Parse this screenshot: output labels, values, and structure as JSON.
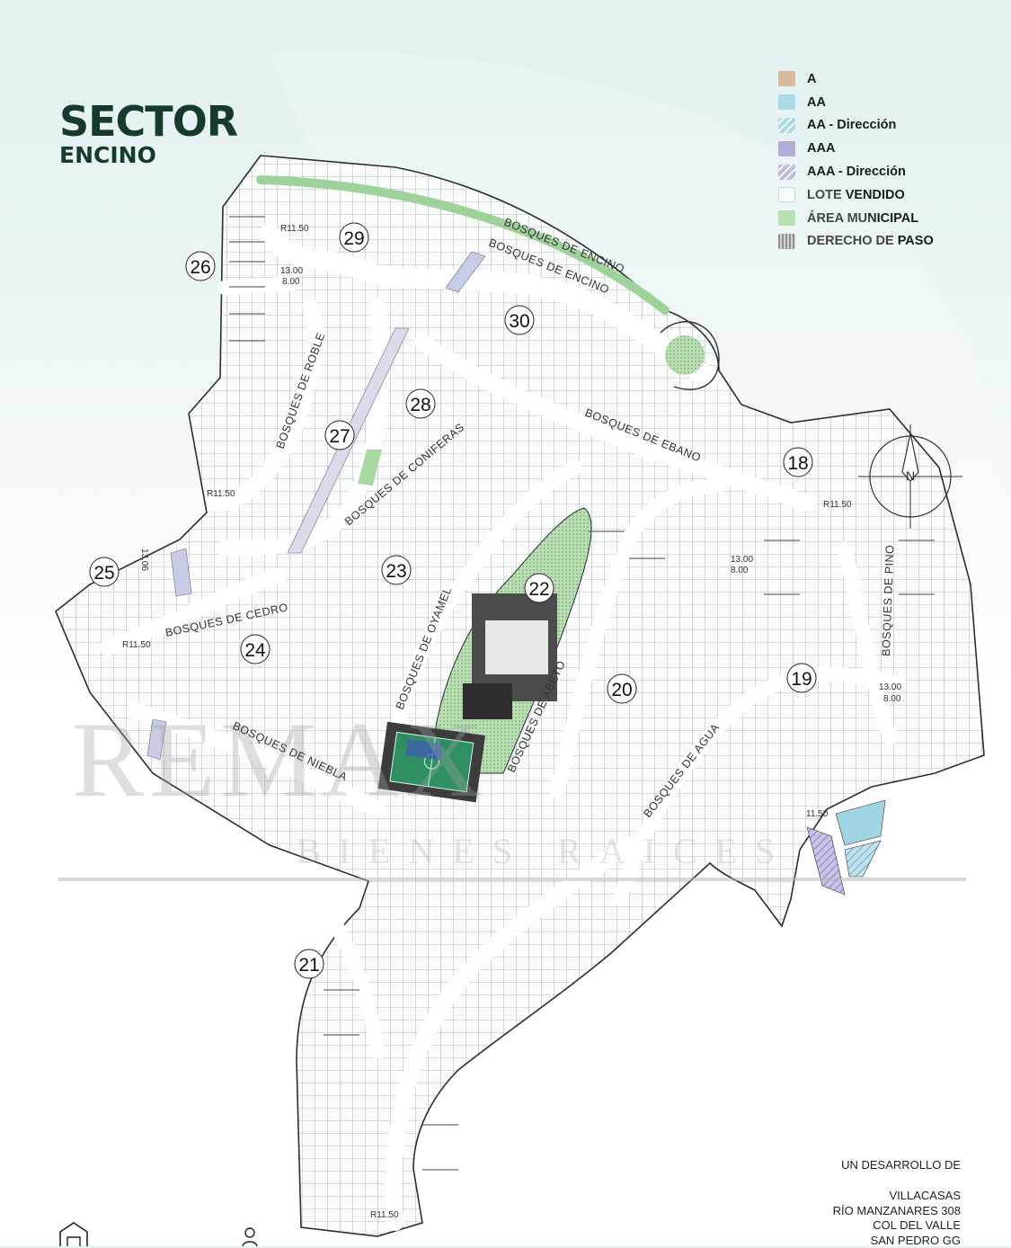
{
  "header": {
    "title": "SECTOR",
    "subtitle": "ENCINO"
  },
  "legend": [
    {
      "label": "A",
      "color": "#d9b99b",
      "pattern": "solid"
    },
    {
      "label": "AA",
      "color": "#a9dbe6",
      "pattern": "solid"
    },
    {
      "label": "AA - Dirección",
      "color": "#a9dbe6",
      "pattern": "hatch"
    },
    {
      "label": "AAA",
      "color": "#b3acd6",
      "pattern": "solid"
    },
    {
      "label": "AAA - Dirección",
      "color": "#b3acd6",
      "pattern": "hatch"
    },
    {
      "label": "LOTE VENDIDO",
      "color": "#f7f9f9",
      "pattern": "outline"
    },
    {
      "label": "ÁREA MUNICIPAL",
      "color": "#a8d9a2",
      "pattern": "solid"
    },
    {
      "label": "DERECHO DE PASO",
      "color": "#9a9a9a",
      "pattern": "stripe"
    }
  ],
  "streets": [
    "BOSQUES DE ENCINO",
    "BOSQUES DE ENCINO",
    "BOSQUES DE ROBLE",
    "BOSQUES DE CONIFERAS",
    "BOSQUES DE EBANO",
    "BOSQUES DE CEDRO",
    "BOSQUES DE NIEBLA",
    "BOSQUES DE OYAMEL",
    "BOSQUES DE ABETO",
    "BOSQUES DE AGUA",
    "BOSQUES DE PINO"
  ],
  "sectors": [
    "26",
    "29",
    "30",
    "28",
    "27",
    "18",
    "25",
    "23",
    "22",
    "24",
    "19",
    "20",
    "21"
  ],
  "road_widths": [
    "R11.50",
    "13.00",
    "8.00",
    "R11.50",
    "13.06",
    "R11.50",
    "13.00",
    "8.00",
    "13.00",
    "8.00",
    "R11.50",
    "11.50",
    "R11.50"
  ],
  "watermark": {
    "main": "REMAX",
    "sub": "BIENES RAICES"
  },
  "credits": {
    "heading": "UN DESARROLLO DE",
    "company": "VILLACASAS",
    "address1": "RÍO MANZANARES 308",
    "address2": "COL DEL VALLE",
    "address3": "SAN PEDRO GG"
  },
  "compass": {
    "label": "N"
  }
}
